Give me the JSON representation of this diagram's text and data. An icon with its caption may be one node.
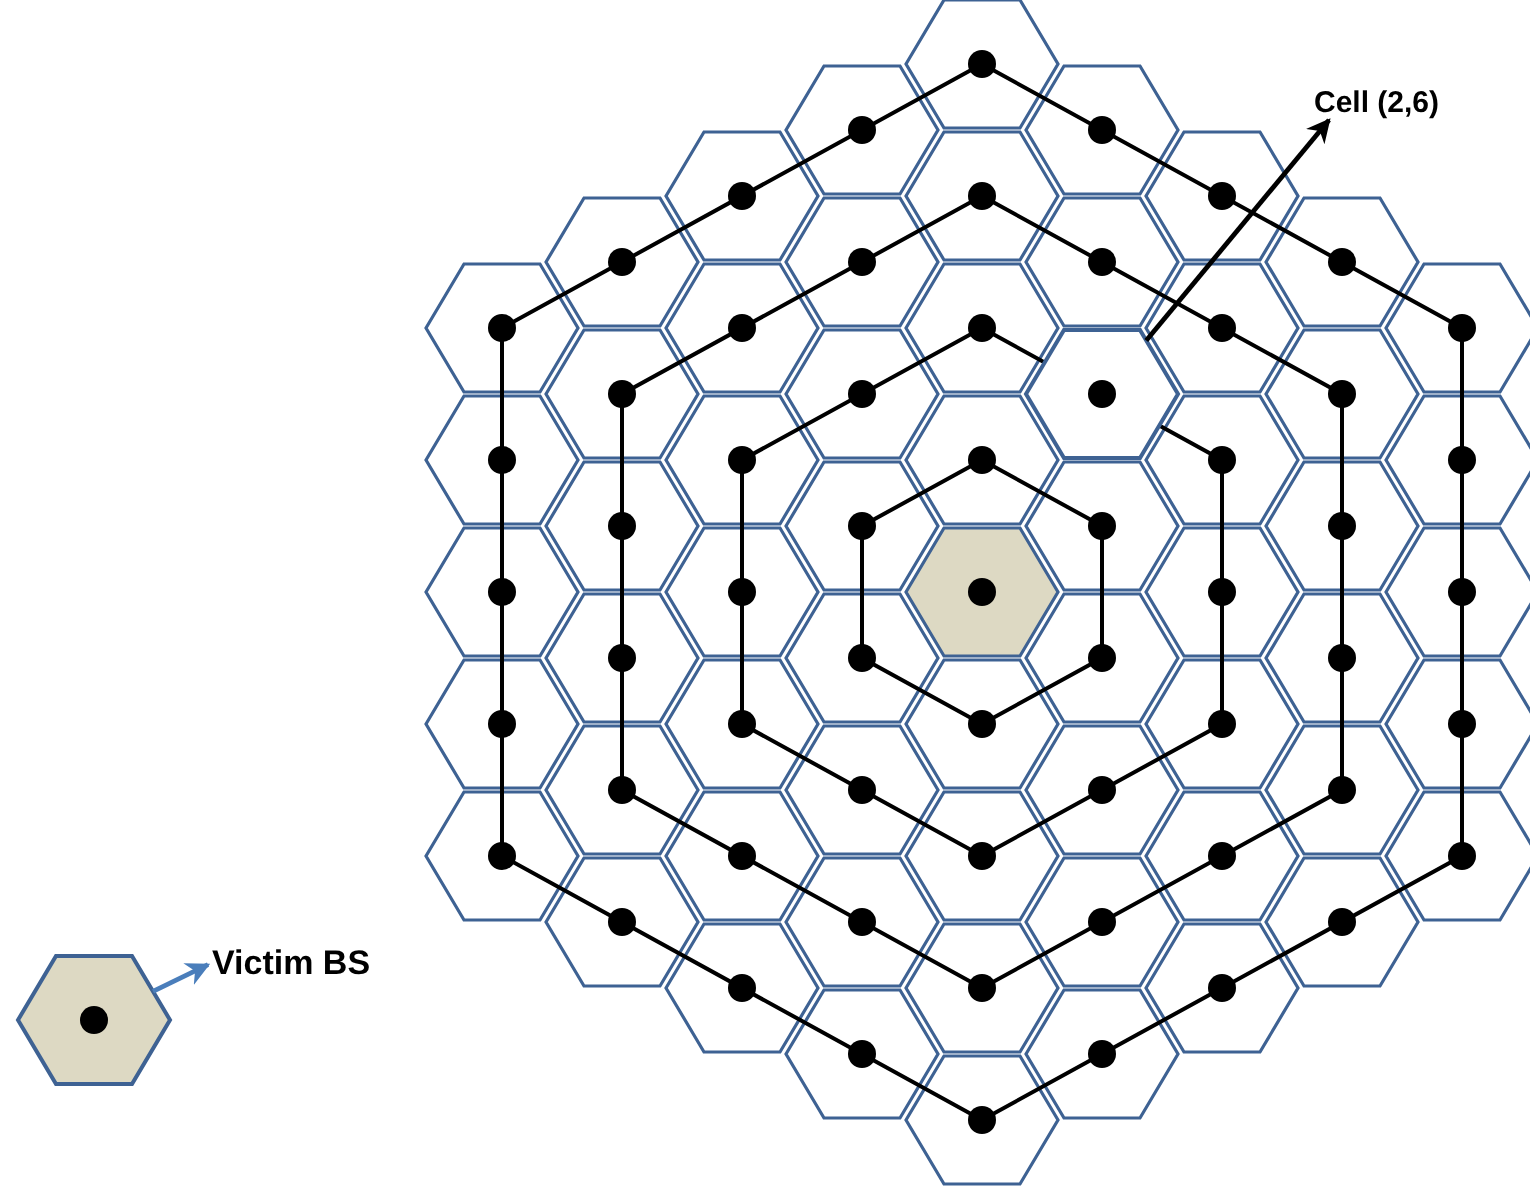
{
  "diagram": {
    "nodes": [
      {
        "text": [
          "Cell (2,6)"
        ]
      },
      {
        "text": [],
        "shape": "hexagon"
      },
      {
        "text": [
          "Victim BS"
        ]
      },
      {
        "text": [],
        "shape": "hexagon"
      }
    ],
    "edges": [
      {
        "from": 1,
        "to": 0,
        "arrow": "to",
        "color": "#000000"
      },
      {
        "from": 3,
        "to": 2,
        "arrow": "to",
        "color": "#4a7ebb"
      }
    ]
  }
}
